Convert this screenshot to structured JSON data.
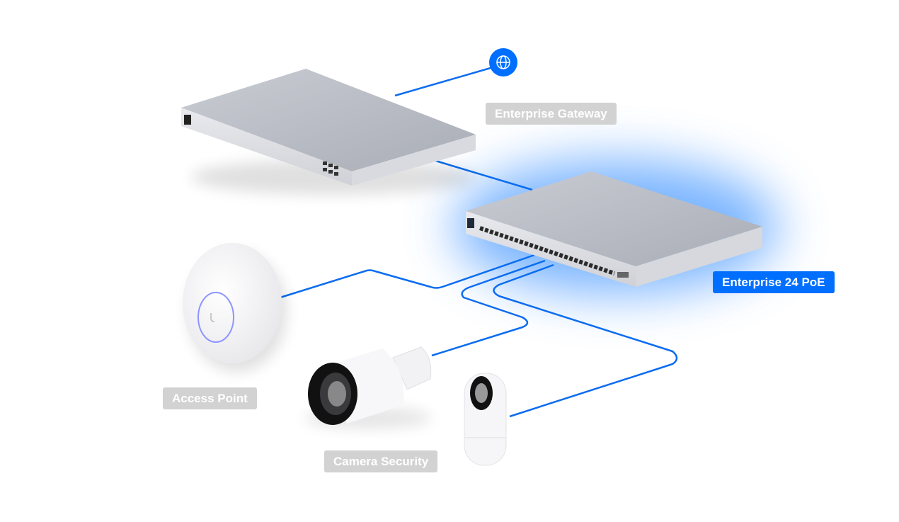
{
  "labels": {
    "gateway": "Enterprise Gateway",
    "switch": "Enterprise 24 PoE",
    "access_point": "Access Point",
    "camera": "Camera Security"
  },
  "internet_icon": "globe-icon",
  "colors": {
    "accent": "#006fff",
    "label_grey": "#d2d2d2",
    "device_grey": "#b9bcc4"
  }
}
